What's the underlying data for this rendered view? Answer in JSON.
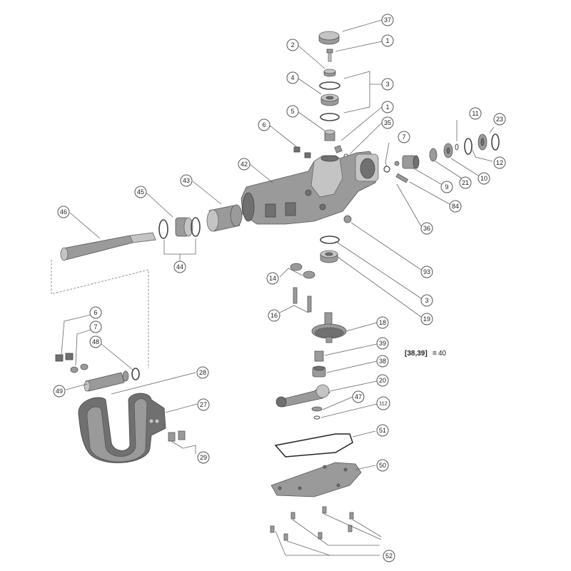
{
  "diagram": {
    "callouts": [
      {
        "id": "c37",
        "label": "37"
      },
      {
        "id": "c1a",
        "label": "1"
      },
      {
        "id": "c2",
        "label": "2"
      },
      {
        "id": "c3a",
        "label": "3"
      },
      {
        "id": "c4",
        "label": "4"
      },
      {
        "id": "c5",
        "label": "5"
      },
      {
        "id": "c1b",
        "label": "1"
      },
      {
        "id": "c35",
        "label": "35"
      },
      {
        "id": "c6a",
        "label": "6"
      },
      {
        "id": "c7a",
        "label": "7"
      },
      {
        "id": "c11",
        "label": "11"
      },
      {
        "id": "c23",
        "label": "23"
      },
      {
        "id": "c42",
        "label": "42"
      },
      {
        "id": "c43",
        "label": "43"
      },
      {
        "id": "c45",
        "label": "45"
      },
      {
        "id": "c46",
        "label": "46"
      },
      {
        "id": "c9",
        "label": "9"
      },
      {
        "id": "c21",
        "label": "21"
      },
      {
        "id": "c10",
        "label": "10"
      },
      {
        "id": "c12",
        "label": "12"
      },
      {
        "id": "c84",
        "label": "84"
      },
      {
        "id": "c36",
        "label": "36"
      },
      {
        "id": "c44",
        "label": "44"
      },
      {
        "id": "c93",
        "label": "93"
      },
      {
        "id": "c14",
        "label": "14"
      },
      {
        "id": "c3b",
        "label": "3"
      },
      {
        "id": "c16",
        "label": "16"
      },
      {
        "id": "c19",
        "label": "19"
      },
      {
        "id": "c6b",
        "label": "6"
      },
      {
        "id": "c7b",
        "label": "7"
      },
      {
        "id": "c18",
        "label": "18"
      },
      {
        "id": "c48",
        "label": "48"
      },
      {
        "id": "c39",
        "label": "39"
      },
      {
        "id": "c49",
        "label": "49"
      },
      {
        "id": "c28",
        "label": "28"
      },
      {
        "id": "c38",
        "label": "38"
      },
      {
        "id": "c20",
        "label": "20"
      },
      {
        "id": "c27",
        "label": "27"
      },
      {
        "id": "c47",
        "label": "47"
      },
      {
        "id": "c112",
        "label": "112"
      },
      {
        "id": "c51",
        "label": "51"
      },
      {
        "id": "c29",
        "label": "29"
      },
      {
        "id": "c50",
        "label": "50"
      },
      {
        "id": "c52",
        "label": "52"
      }
    ],
    "note": {
      "bracket": "[38,39]",
      "equals": "=",
      "value": "40"
    }
  }
}
